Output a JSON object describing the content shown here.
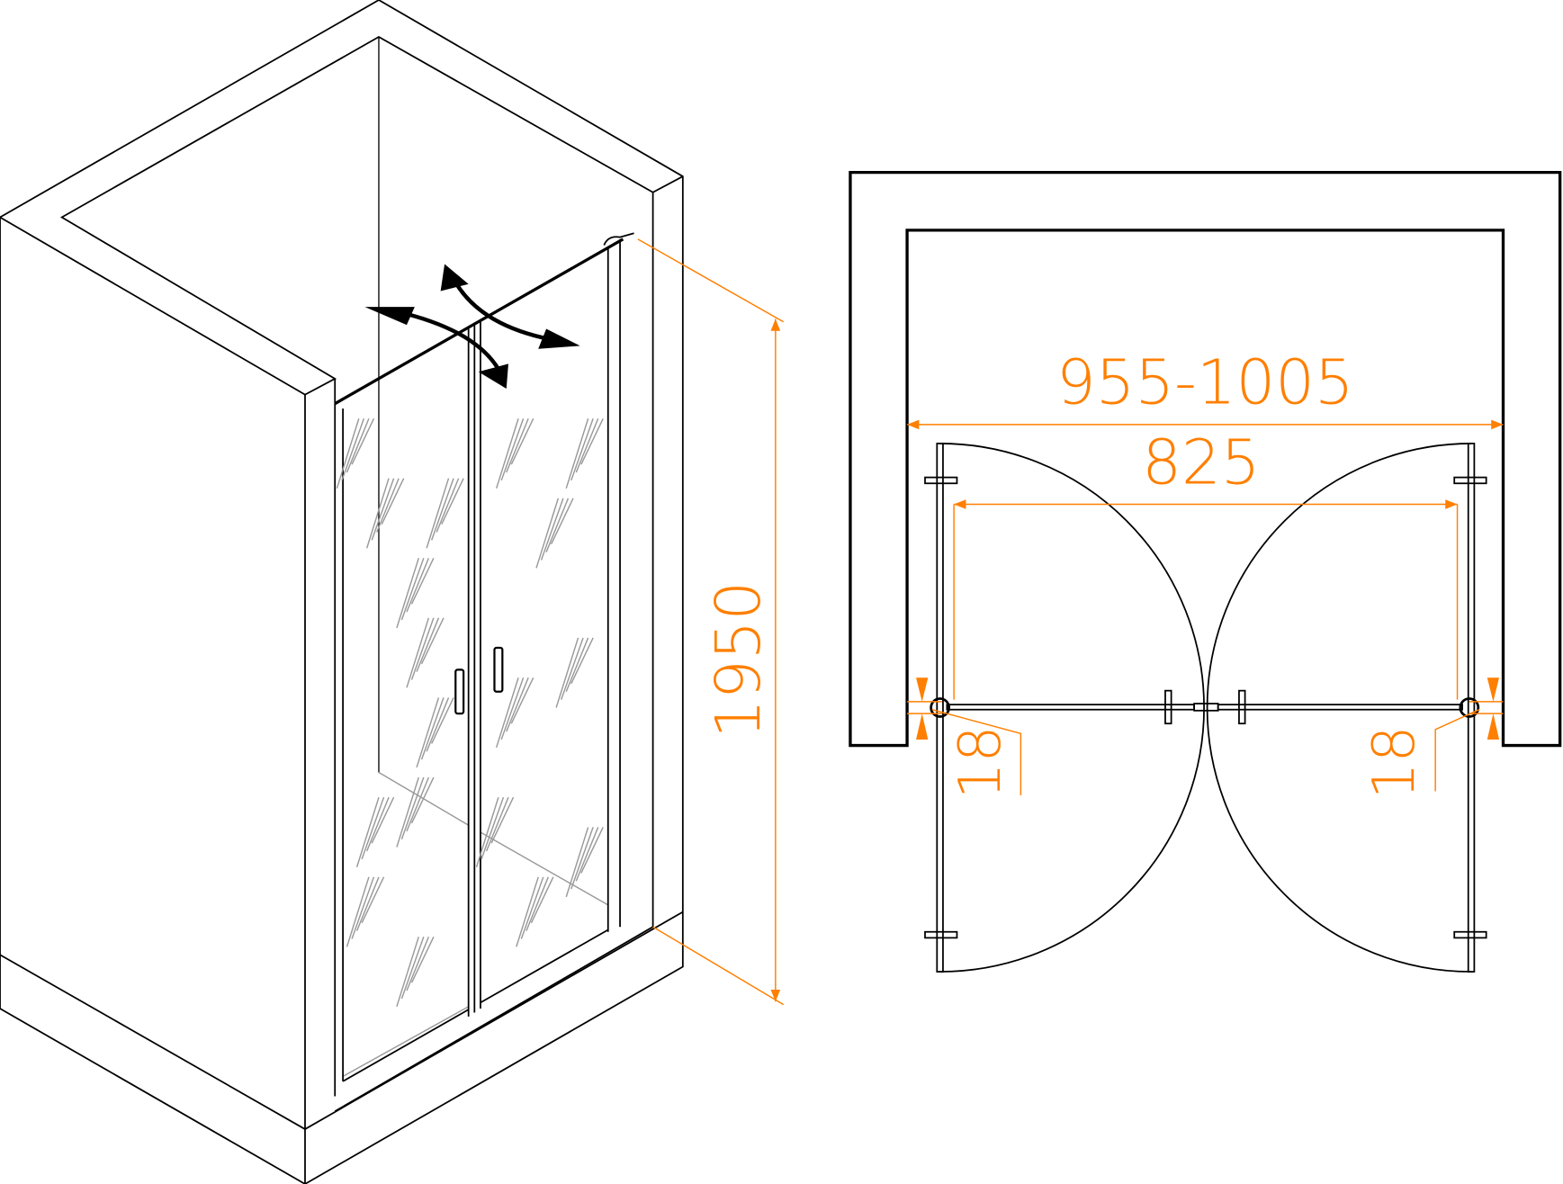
{
  "dimensions": {
    "height": "1950",
    "opening_range": "955-1005",
    "door_clear_width": "825",
    "profile_left": "18",
    "profile_right": "18"
  },
  "colors": {
    "dimension": "#ff7f00",
    "line": "#000000"
  }
}
